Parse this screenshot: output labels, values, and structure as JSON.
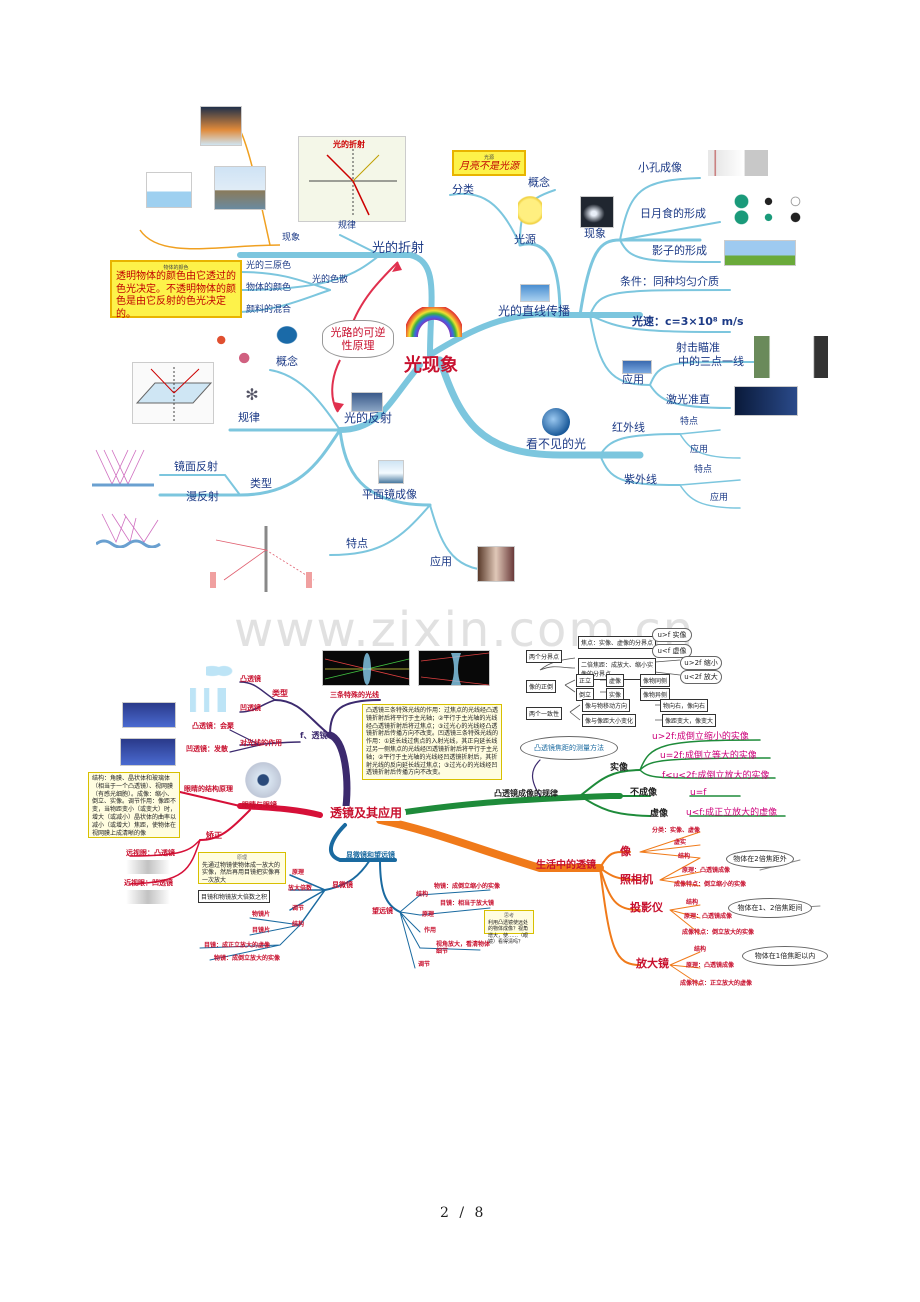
{
  "map1": {
    "center": "光现象",
    "reversible": "光路的可逆性原理",
    "refraction": {
      "label": "光的折射",
      "law": "规律",
      "phenomenon": "现象",
      "diagram_title": "光的折射",
      "color": {
        "label": "光的色散",
        "items": [
          "光的三原色",
          "物体的颜色",
          "颜料的混合"
        ]
      },
      "note_title": "物体的颜色",
      "note": "透明物体的颜色由它透过的色光决定。不透明物体的颜色是由它反射的色光决定的。"
    },
    "straight": {
      "label": "光的直线传播",
      "classify": "分类",
      "concept": "概念",
      "source": "光源",
      "note_title": "光源",
      "note": "月亮不是光源",
      "phenomenon": "现象",
      "phen_items": [
        "小孔成像",
        "日月食的形成",
        "影子的形成"
      ],
      "condition": "条件：同种均匀介质",
      "speed": "光速：c=3×10⁸ m/s",
      "application": "应用",
      "app_items": [
        "射击瞄准",
        "中的三点一线",
        "激光准直"
      ]
    },
    "invisible": {
      "label": "看不见的光",
      "infrared": "红外线",
      "ultraviolet": "紫外线",
      "feature": "特点",
      "application": "应用"
    },
    "reflection": {
      "label": "光的反射",
      "concept": "概念",
      "law": "规律",
      "type": "类型",
      "mirror": "镜面反射",
      "diffuse": "漫反射",
      "plane": "平面镜成像",
      "feature": "特点",
      "application": "应用"
    }
  },
  "watermark": "www.zixin.com.cn",
  "map2": {
    "center": "透镜及其应用",
    "lens": {
      "label": "f、透镜",
      "type": "类型",
      "convex": "凸透镜",
      "concave": "凹透镜",
      "three_rays": "三条特殊的光线",
      "effect": "对光线的作用",
      "convex_effect": "凸透镜：会聚",
      "concave_effect": "凹透镜：发散",
      "note": "凸透镜三条特殊光线的作用：过焦点的光线经凸透镜折射后将平行于主光轴；②平行于主光轴的光线经凸透镜折射后将过焦点；③过光心的光线经凸透镜折射后传播方向不改变。凹透镜三条特殊光线的作用：①延长线过焦点的入射光线，其正向延长线过另一侧焦点的光线经凹透镜折射后将平行于主光轴；②平行于主光轴的光线经凹透镜折射后，其折射光线的反向延长线过焦点；③过光心的光线经凹透镜折射后传播方向不改变。"
    },
    "eye": {
      "label": "眼睛与眼镜",
      "structure": "眼睛的结构原理",
      "note": "结构：角膜、晶状体和玻璃体（相当于一个凸透镜）、视网膜（有感光细胞）。成像：缩小、倒立、实像。调节作用：像距不变，当物距变小（或变大）时，增大（或减小）晶状体的曲率以减小（或增大）焦距，使物体在视网膜上成清晰的像",
      "correct": "矫正",
      "farsighted": "远视眼：凸透镜",
      "nearsighted": "近视眼：凹透镜"
    },
    "tele": {
      "label": "显微镜和望远镜",
      "microscope": "显微镜",
      "principle": "原理",
      "magnify": "放大倍数",
      "structure": "结构",
      "adjust": "调节",
      "objective": "物镜片",
      "eyepiece": "目镜片",
      "eyepiece_img": "目镜：成正立放大的虚像",
      "objective_img": "物镜：成倒立放大的实像",
      "note_title": "原理",
      "note": "先通过物镜使物体成一放大的实像，然后再用目镜把实像再一次放大",
      "mag_note": "目镜和物镜放大倍数之积",
      "telescope": "望远镜",
      "t_structure": "结构",
      "t_principle": "原理",
      "t_effect": "作用",
      "t_adjust": "调节",
      "t_objective": "物镜：成倒立缩小的实像",
      "t_eyepiece": "目镜：相当于放大镜",
      "t_effect_text": "视角放大，看清物体细节",
      "t_note_title": "思考",
      "t_note": "利用凸透镜使远处的物体成像？视角增大，使……（眼镜）看得清吗？"
    },
    "rules": {
      "label": "凸透镜成像的规律",
      "focal_method": "凸透镜焦距的测量方法",
      "real": "实像",
      "real_items": [
        "u>2f:成倒立缩小的实像",
        "u=2f:成倒立等大的实像",
        "f<u<2f:成倒立放大的实像"
      ],
      "none": "不成像",
      "none_item": "u=f",
      "virtual": "虚像",
      "virtual_item": "u<f:成正立放大的虚像",
      "table": {
        "boundary": "两个分界点",
        "focus": "焦点：实像、虚像的分界点",
        "u_real": "u>f 实像",
        "u_virt": "u<f 虚像",
        "twof": "二倍焦距：成放大、缩小实像的分界点",
        "u_small": "u>2f 缩小",
        "u_big": "u<2f 放大",
        "upright": "像的正倒",
        "zheng": "正立",
        "dao": "倒立",
        "virt": "虚像",
        "real": "实像",
        "same": "像物同侧",
        "diff": "像物异侧",
        "consistent": "两个一致性",
        "move": "像与物移动方向",
        "move_v": "物向右，像向右",
        "size": "像与像距大小变化",
        "size_v": "像距变大，像变大"
      }
    },
    "life": {
      "label": "生活中的透镜",
      "image": "像",
      "image_items": [
        "分类：实像、虚像",
        "虚实",
        "结构"
      ],
      "camera": "照相机",
      "camera_items": [
        "结构",
        "原理：凸透镜成像",
        "成像特点：倒立缩小的实像"
      ],
      "camera_note": "物体在2倍焦距外",
      "projector": "投影仪",
      "projector_items": [
        "结构",
        "原理：凸透镜成像",
        "成像特点：倒立放大的实像"
      ],
      "projector_note": "物体在1、2倍焦距间",
      "magnifier": "放大镜",
      "magnifier_items": [
        "结构",
        "原理：凸透镜成像",
        "成像特点：正立放大的虚像"
      ],
      "magnifier_note": "物体在1倍焦距以内"
    }
  },
  "footer": {
    "page": "2",
    "sep": "/",
    "total": "8"
  }
}
